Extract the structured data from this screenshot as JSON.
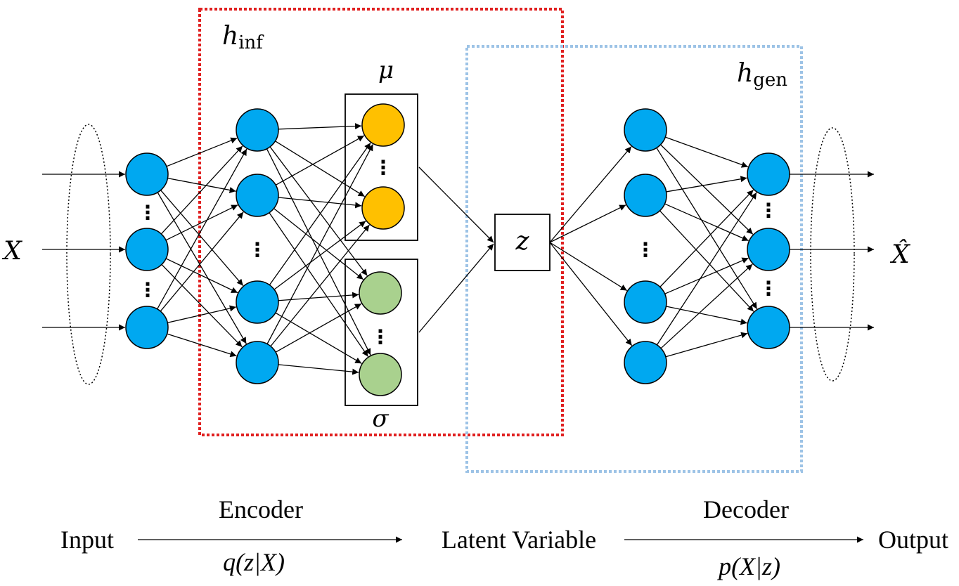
{
  "labels": {
    "x_input": "X",
    "x_output": "X̂",
    "h_inf_base": "h",
    "h_inf_sub": "inf",
    "h_gen_base": "h",
    "h_gen_sub": "gen",
    "mu": "μ",
    "sigma": "σ",
    "z": "z"
  },
  "pipeline": {
    "input": "Input",
    "encoder": "Encoder",
    "encoder_dist": "q(z|X)",
    "latent": "Latent Variable",
    "decoder": "Decoder",
    "decoder_dist": "p(X|z)",
    "output": "Output"
  },
  "ellipsis": "⋮",
  "colors": {
    "neuron": "#00a8f0",
    "mu_node": "#ffc000",
    "sigma_node": "#a9d18e",
    "inference_box": "#e02020",
    "generative_box": "#9dc3e6"
  }
}
